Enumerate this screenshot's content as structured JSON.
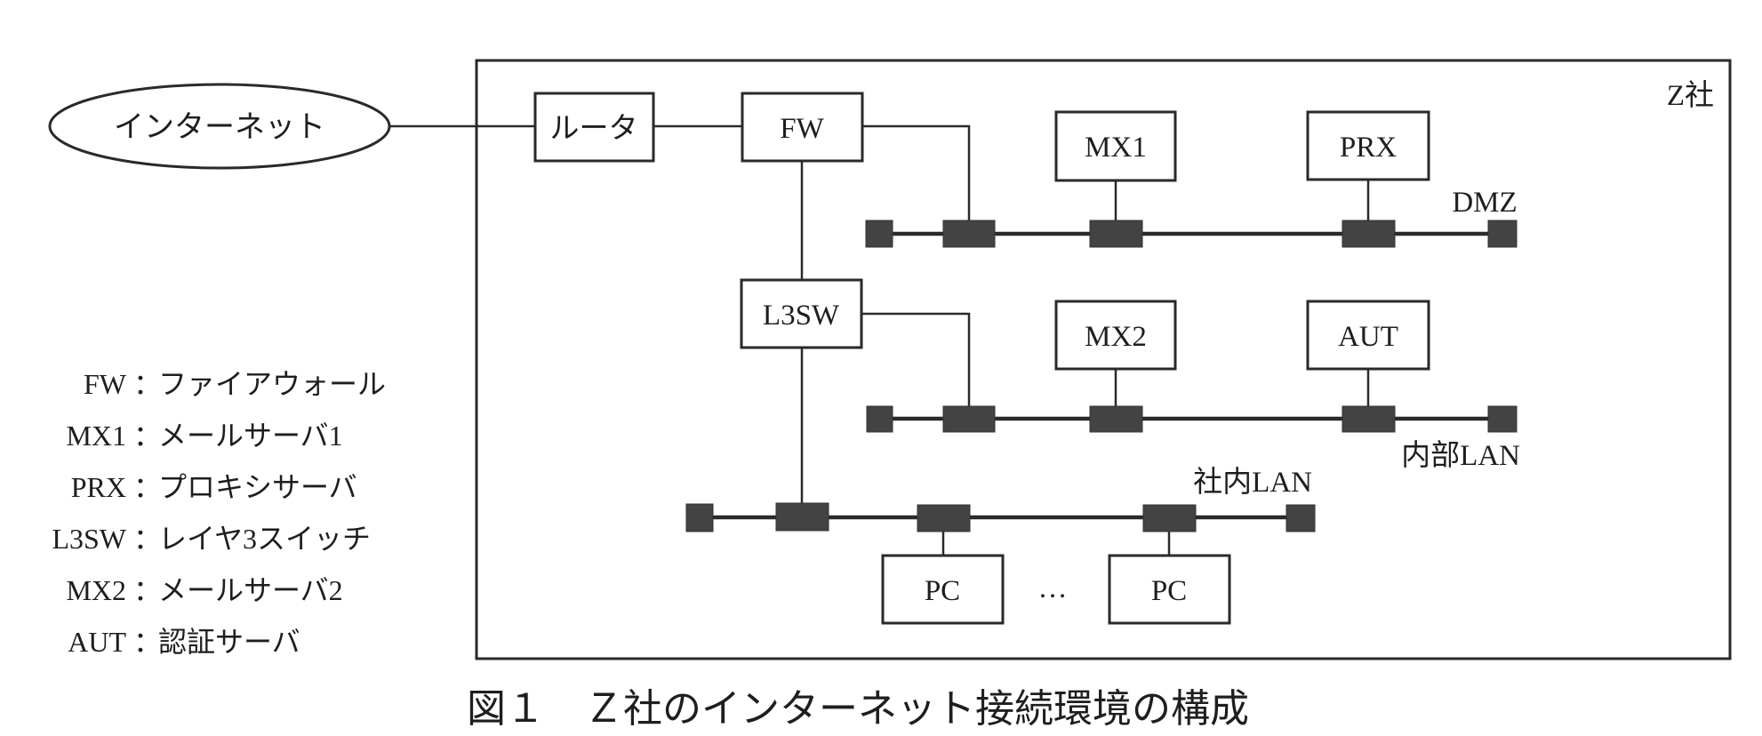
{
  "diagram": {
    "internet": "インターネット",
    "company_label": "Z社",
    "nodes": {
      "router": "ルータ",
      "fw": "FW",
      "mx1": "MX1",
      "prx": "PRX",
      "l3sw": "L3SW",
      "mx2": "MX2",
      "aut": "AUT",
      "pc1": "PC",
      "pc2": "PC"
    },
    "segments": {
      "dmz": "DMZ",
      "internal": "内部LAN",
      "corporate": "社内LAN"
    },
    "ellipsis": "…",
    "legend": [
      {
        "abbr": "FW",
        "sep": "：",
        "desc": "ファイアウォール"
      },
      {
        "abbr": "MX1",
        "sep": "：",
        "desc": "メールサーバ1"
      },
      {
        "abbr": "PRX",
        "sep": "：",
        "desc": "プロキシサーバ"
      },
      {
        "abbr": "L3SW",
        "sep": "：",
        "desc": "レイヤ3スイッチ"
      },
      {
        "abbr": "MX2",
        "sep": "：",
        "desc": "メールサーバ2"
      },
      {
        "abbr": "AUT",
        "sep": "：",
        "desc": "認証サーバ"
      }
    ],
    "caption": "図１　Ｚ社のインターネット接続環境の構成"
  }
}
